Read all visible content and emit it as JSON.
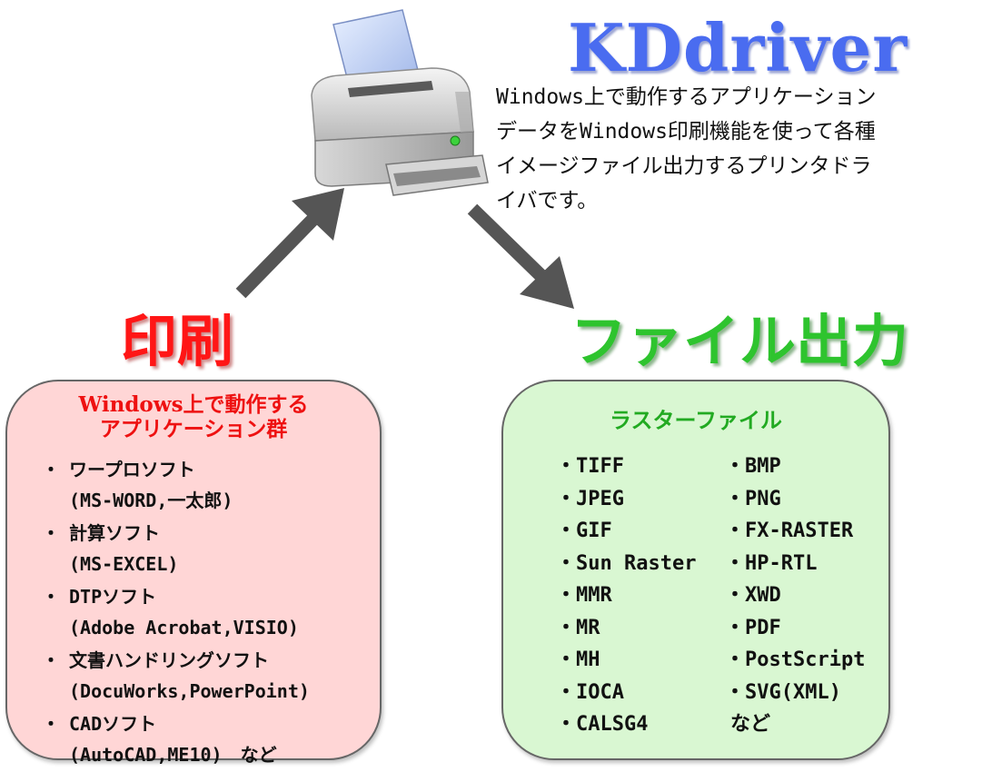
{
  "header": {
    "title": "KDdriver",
    "description_lines": [
      "Windows上で動作するアプリケーション",
      "データをWindows印刷機能を使って各種",
      "イメージファイル出力するプリンタドラ",
      "イバです。"
    ]
  },
  "sections": {
    "print": {
      "heading": "印刷",
      "box_title_lines": [
        "Windows上で動作する",
        "アプリケーション群"
      ],
      "items": [
        {
          "bullet": "・",
          "name": "ワープロソフト",
          "detail": "(MS-WORD,一太郎)"
        },
        {
          "bullet": "・",
          "name": "計算ソフト",
          "detail": "(MS-EXCEL)"
        },
        {
          "bullet": "・",
          "name": "DTPソフト",
          "detail": "(Adobe Acrobat,VISIO)"
        },
        {
          "bullet": "・",
          "name": "文書ハンドリングソフト",
          "detail": "(DocuWorks,PowerPoint)"
        },
        {
          "bullet": "・",
          "name": "CADソフト",
          "detail": "(AutoCAD,ME10)　など"
        }
      ]
    },
    "file_output": {
      "heading": "ファイル出力",
      "box_title": "ラスターファイル",
      "formats_left": [
        "・TIFF",
        "・JPEG",
        "・GIF",
        "・Sun Raster",
        "・MMR",
        "・MR",
        "・MH",
        "・IOCA",
        "・CALSG4"
      ],
      "formats_right": [
        "・BMP",
        "・PNG",
        "・FX-RASTER",
        "・HP-RTL",
        "・XWD",
        "・PDF",
        "・PostScript",
        "・SVG(XML)"
      ],
      "etc_label": "など"
    }
  },
  "icons": {
    "printer": "printer-icon",
    "arrow_in": "arrow-up-right-icon",
    "arrow_out": "arrow-down-right-icon"
  },
  "colors": {
    "title": "#4a6cf0",
    "print_heading": "#ff1616",
    "file_heading": "#2ec42e",
    "print_box": "#ffd6d6",
    "file_box": "#d9f7d2",
    "arrow": "#555555"
  }
}
